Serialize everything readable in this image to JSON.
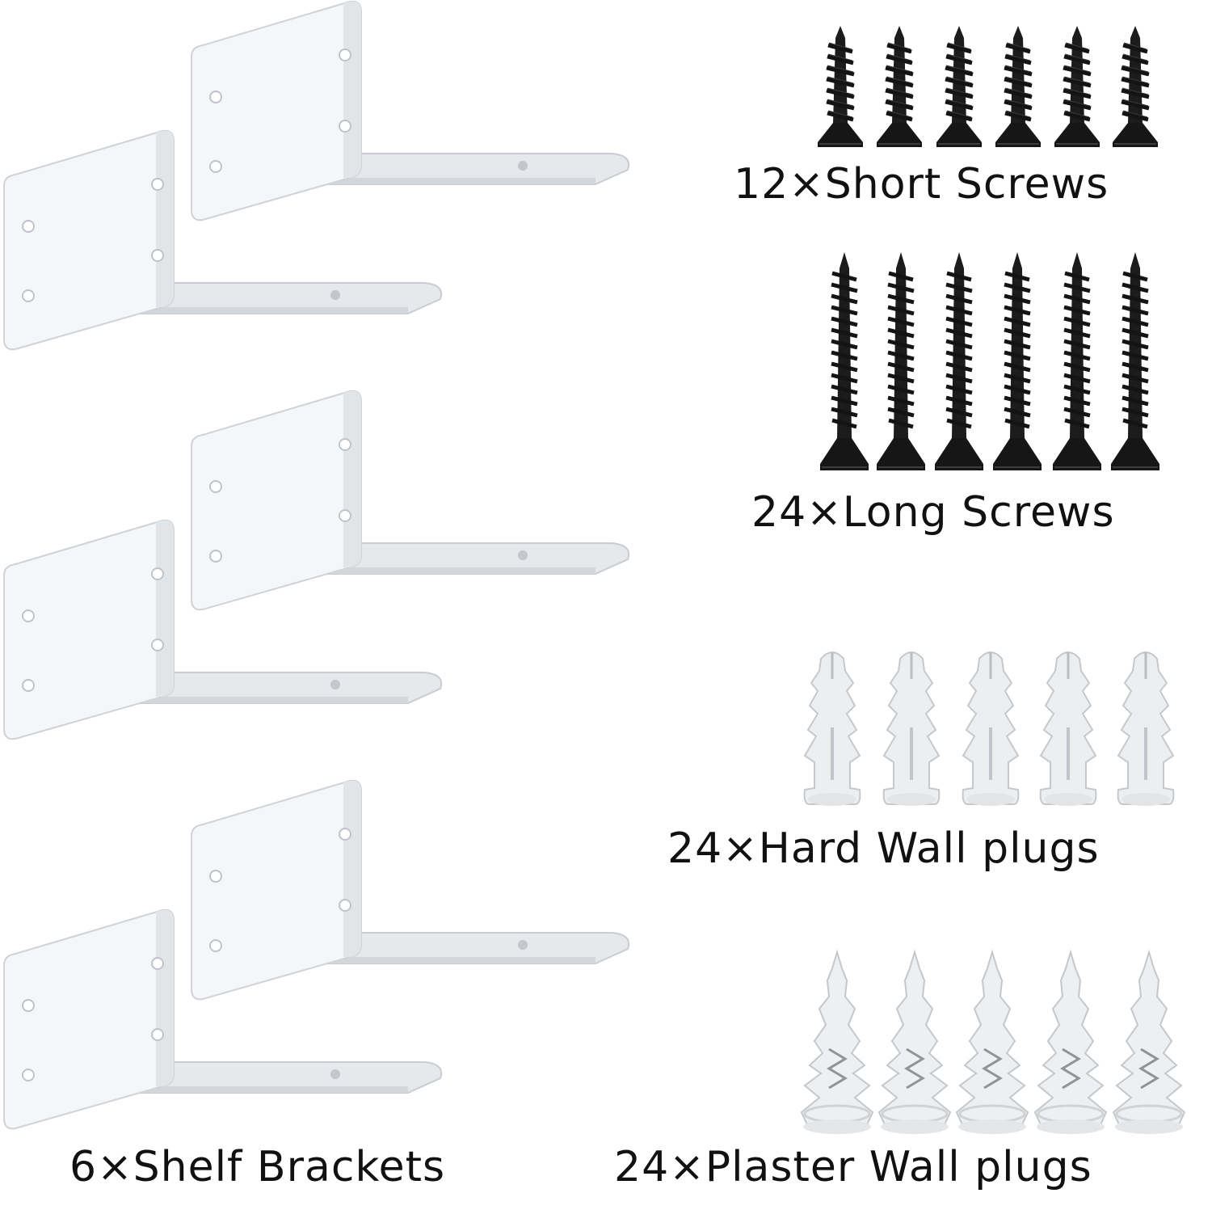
{
  "labels": {
    "short_screws": "12×Short Screws",
    "long_screws": "24×Long Screws",
    "hard_plugs": "24×Hard Wall plugs",
    "plaster_plugs": "24×Plaster Wall plugs",
    "shelf_brackets": "6×Shelf Brackets"
  },
  "colors": {
    "background": "#ffffff",
    "bracket_fill": "#f4f5f7",
    "bracket_shade": "#dde0e4",
    "screw": "#1a1a1a",
    "plug": "#eceeef",
    "text": "#111111"
  },
  "icons": {
    "bracket": "shelf-bracket-icon",
    "short_screw": "short-screw-icon",
    "long_screw": "long-screw-icon",
    "hard_plug": "hard-wall-plug-icon",
    "plaster_plug": "plaster-wall-plug-icon"
  }
}
